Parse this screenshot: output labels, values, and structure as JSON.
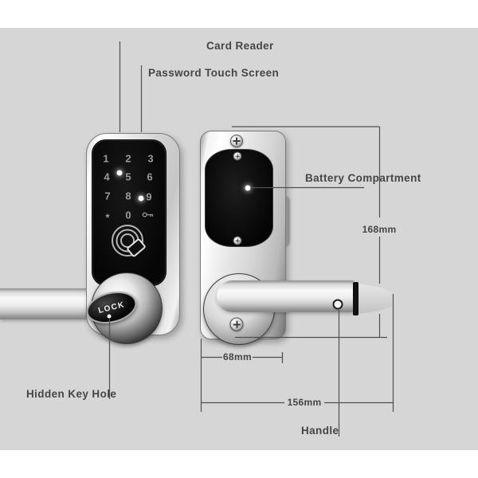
{
  "callouts": {
    "card_reader": "Card Reader",
    "password_touch_screen": "Password Touch Screen",
    "battery_compartment": "Battery Compartment",
    "hidden_key_hole": "Hidden Key Hole",
    "handle": "Handle"
  },
  "dimensions": {
    "height": "168mm",
    "width": "68mm",
    "length": "156mm"
  },
  "front_lock": {
    "knob_label": "LOCK",
    "keypad_keys": [
      "1",
      "2",
      "3",
      "4",
      "5",
      "6",
      "7",
      "8",
      "9",
      "*",
      "0"
    ]
  },
  "icons": {
    "card_reader": "card-reader-icon",
    "key": "key-icon",
    "screws": "phillips-screw-icon"
  },
  "colors": {
    "background": "#d6d6d6",
    "line": "#4f4f4f",
    "text": "#454545",
    "panel_black": "#0b0b0b"
  }
}
